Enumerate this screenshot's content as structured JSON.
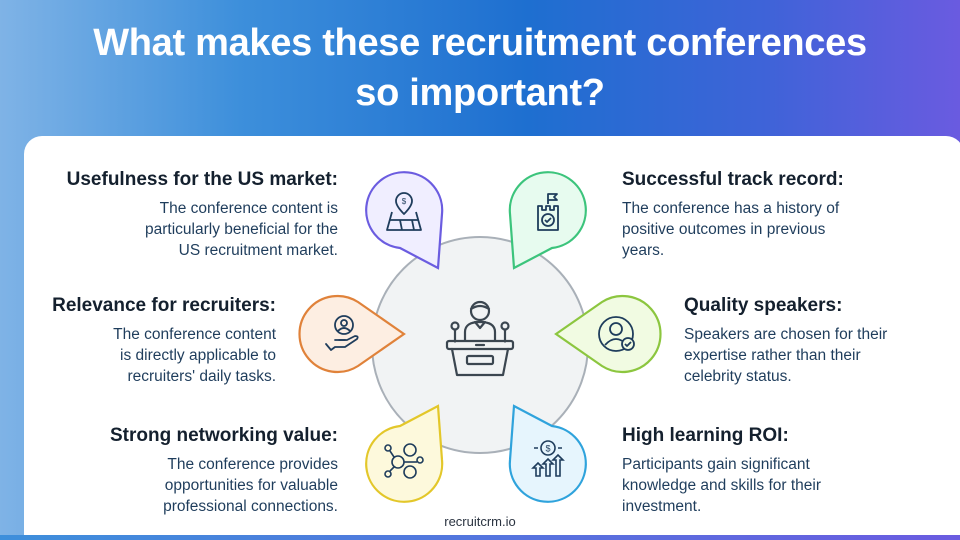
{
  "header": {
    "title_line1": "What makes these recruitment conferences",
    "title_line2": "so important?"
  },
  "hub": {
    "icon": "speaker-podium-icon"
  },
  "items": [
    {
      "title": "Usefulness for the US market:",
      "description": "The conference content is particularly beneficial for the US recruitment market.",
      "icon": "map-dollar-pin-icon",
      "color": "#6b5ce0",
      "fill": "#f0eeff"
    },
    {
      "title": "Successful track record:",
      "description": "The conference has a history of positive outcomes in previous years.",
      "icon": "castle-flag-check-icon",
      "color": "#3cc47c",
      "fill": "#e7fbef"
    },
    {
      "title": "Relevance for recruiters:",
      "description": "The conference content is directly applicable to recruiters' daily tasks.",
      "icon": "hand-person-icon",
      "color": "#e0823a",
      "fill": "#fdeee2"
    },
    {
      "title": "Quality speakers:",
      "description": "Speakers are chosen for their expertise rather than their celebrity status.",
      "icon": "verified-person-icon",
      "color": "#8cc63f",
      "fill": "#f1fbe2"
    },
    {
      "title": "Strong networking value:",
      "description": "The conference provides opportunities for valuable professional connections.",
      "icon": "network-people-icon",
      "color": "#e3c72a",
      "fill": "#fdf9dc"
    },
    {
      "title": "High learning ROI:",
      "description": "Participants gain significant knowledge and skills for their investment.",
      "icon": "dollar-growth-icon",
      "color": "#2fa3dc",
      "fill": "#e6f5fd"
    }
  ],
  "footer": {
    "brand": "recruitcrm.io"
  }
}
